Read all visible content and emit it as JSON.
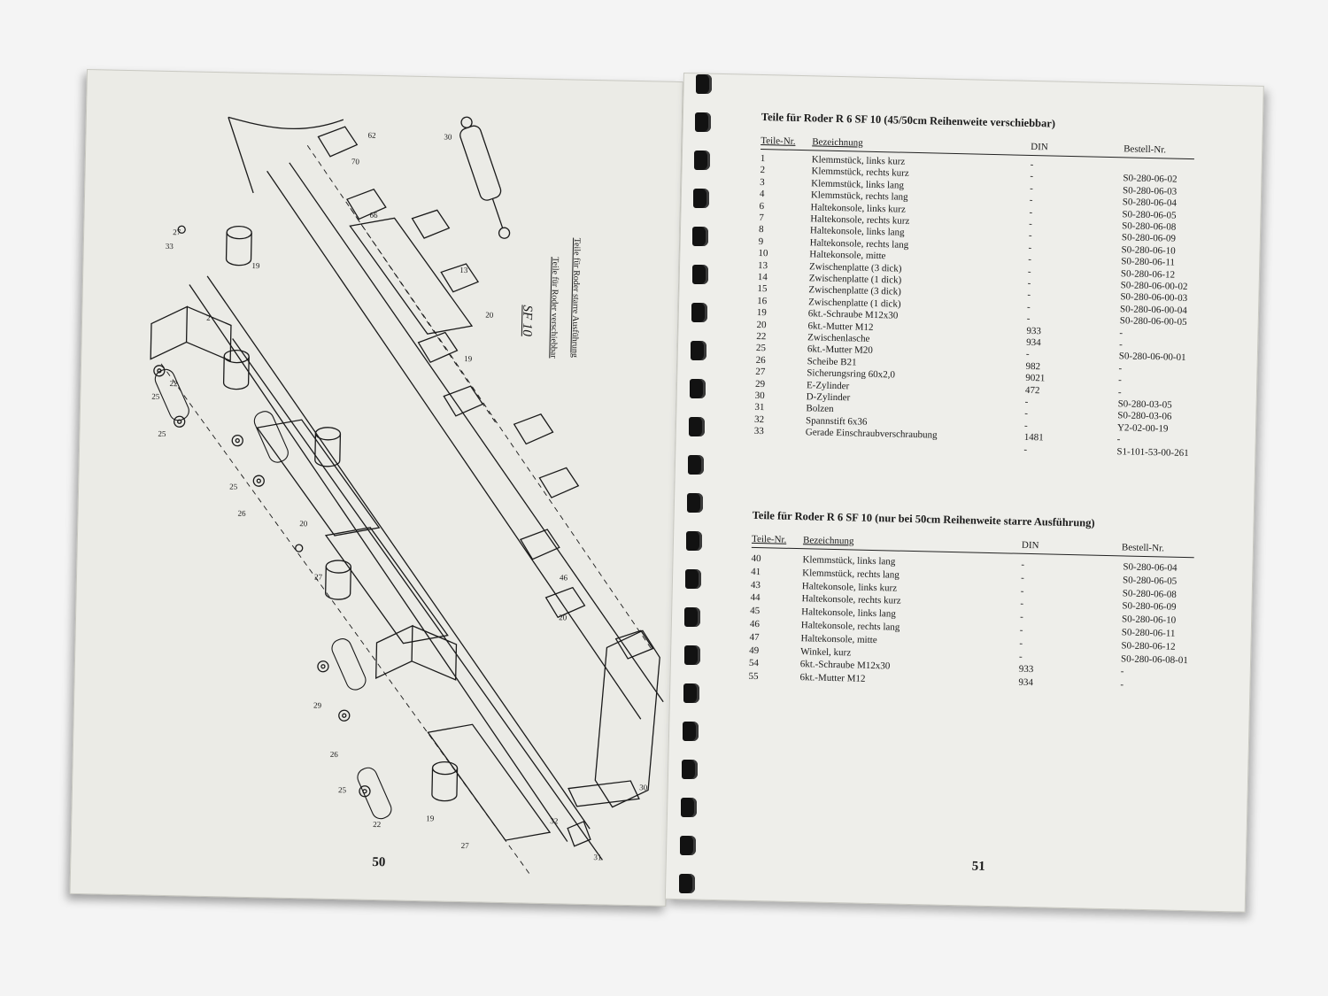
{
  "left_page": {
    "page_number": "50",
    "labels": {
      "sf10": "SF 10",
      "caption1": "Teile für Roder verschiebbar",
      "caption2": "Teile für Roder starre Ausführung"
    }
  },
  "right_page": {
    "page_number": "51",
    "sections": [
      {
        "title": "Teile für Roder  R 6  SF 10  (45/50cm Reihenweite verschiebbar)",
        "headers": {
          "nr": "Teile-Nr.",
          "bez": "Bezeichnung",
          "din": "DIN",
          "best": "Bestell-Nr."
        },
        "rows": [
          {
            "nr": "1",
            "bez": "Klemmstück, links kurz",
            "din": "-",
            "best": ""
          },
          {
            "nr": "2",
            "bez": "Klemmstück, rechts kurz",
            "din": "-",
            "best": "S0-280-06-02"
          },
          {
            "nr": "3",
            "bez": "Klemmstück, links lang",
            "din": "-",
            "best": "S0-280-06-03"
          },
          {
            "nr": "4",
            "bez": "Klemmstück, rechts lang",
            "din": "-",
            "best": "S0-280-06-04"
          },
          {
            "nr": "6",
            "bez": "Haltekonsole, links kurz",
            "din": "-",
            "best": "S0-280-06-05"
          },
          {
            "nr": "7",
            "bez": "Haltekonsole, rechts kurz",
            "din": "-",
            "best": "S0-280-06-08"
          },
          {
            "nr": "8",
            "bez": "Haltekonsole, links lang",
            "din": "-",
            "best": "S0-280-06-09"
          },
          {
            "nr": "9",
            "bez": "Haltekonsole, rechts lang",
            "din": "-",
            "best": "S0-280-06-10"
          },
          {
            "nr": "10",
            "bez": "Haltekonsole, mitte",
            "din": "-",
            "best": "S0-280-06-11"
          },
          {
            "nr": "13",
            "bez": "Zwischenplatte (3 dick)",
            "din": "-",
            "best": "S0-280-06-12"
          },
          {
            "nr": "14",
            "bez": "Zwischenplatte (1 dick)",
            "din": "-",
            "best": "S0-280-06-00-02"
          },
          {
            "nr": "15",
            "bez": "Zwischenplatte (3 dick)",
            "din": "-",
            "best": "S0-280-06-00-03"
          },
          {
            "nr": "16",
            "bez": "Zwischenplatte (1 dick)",
            "din": "-",
            "best": "S0-280-06-00-04"
          },
          {
            "nr": "19",
            "bez": "6kt.-Schraube  M12x30",
            "din": "-",
            "best": "S0-280-06-00-05"
          },
          {
            "nr": "20",
            "bez": "6kt.-Mutter  M12",
            "din": "933",
            "best": "-"
          },
          {
            "nr": "22",
            "bez": "Zwischenlasche",
            "din": "934",
            "best": "-"
          },
          {
            "nr": "25",
            "bez": "6kt.-Mutter  M20",
            "din": "-",
            "best": "S0-280-06-00-01"
          },
          {
            "nr": "26",
            "bez": "Scheibe  B21",
            "din": "982",
            "best": "-"
          },
          {
            "nr": "27",
            "bez": "Sicherungsring  60x2,0",
            "din": "9021",
            "best": "-"
          },
          {
            "nr": "29",
            "bez": "E-Zylinder",
            "din": "472",
            "best": "-"
          },
          {
            "nr": "30",
            "bez": "D-Zylinder",
            "din": "-",
            "best": "S0-280-03-05"
          },
          {
            "nr": "31",
            "bez": "Bolzen",
            "din": "-",
            "best": "S0-280-03-06"
          },
          {
            "nr": "32",
            "bez": "Spannstift  6x36",
            "din": "-",
            "best": "Y2-02-00-19"
          },
          {
            "nr": "33",
            "bez": "Gerade Einschraubverschraubung",
            "din": "1481",
            "best": "-"
          },
          {
            "nr": "",
            "bez": "",
            "din": "-",
            "best": "S1-101-53-00-261"
          }
        ]
      },
      {
        "title": "Teile für Roder  R 6  SF 10  (nur bei 50cm Reihenweite starre Ausführung)",
        "headers": {
          "nr": "Teile-Nr.",
          "bez": "Bezeichnung",
          "din": "DIN",
          "best": "Bestell-Nr."
        },
        "rows": [
          {
            "nr": "40",
            "bez": "Klemmstück, links lang",
            "din": "-",
            "best": "S0-280-06-04"
          },
          {
            "nr": "41",
            "bez": "Klemmstück, rechts lang",
            "din": "-",
            "best": "S0-280-06-05"
          },
          {
            "nr": "43",
            "bez": "Haltekonsole, links kurz",
            "din": "-",
            "best": "S0-280-06-08"
          },
          {
            "nr": "44",
            "bez": "Haltekonsole, rechts kurz",
            "din": "-",
            "best": "S0-280-06-09"
          },
          {
            "nr": "45",
            "bez": "Haltekonsole, links lang",
            "din": "-",
            "best": "S0-280-06-10"
          },
          {
            "nr": "46",
            "bez": "Haltekonsole, rechts lang",
            "din": "-",
            "best": "S0-280-06-11"
          },
          {
            "nr": "47",
            "bez": "Haltekonsole, mitte",
            "din": "-",
            "best": "S0-280-06-12"
          },
          {
            "nr": "49",
            "bez": "Winkel, kurz",
            "din": "-",
            "best": "S0-280-06-08-01"
          },
          {
            "nr": "54",
            "bez": "6kt.-Schraube  M12x30",
            "din": "933",
            "best": "-"
          },
          {
            "nr": "55",
            "bez": "6kt.-Mutter  M12",
            "din": "934",
            "best": "-"
          }
        ]
      }
    ]
  }
}
